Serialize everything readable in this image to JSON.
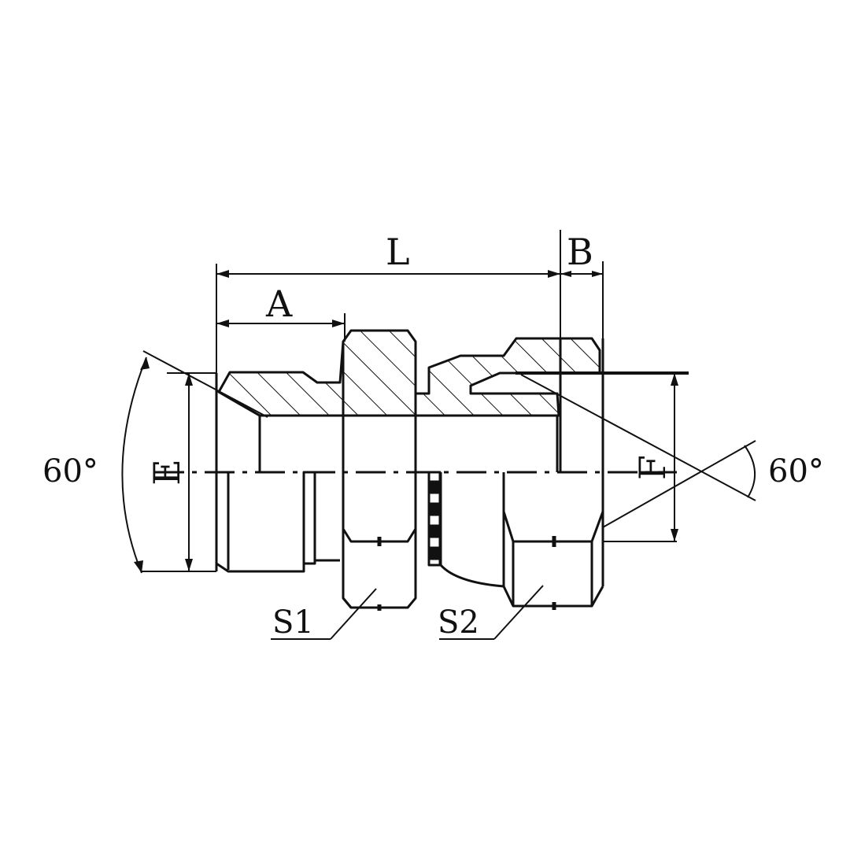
{
  "diagram": {
    "dimensions": {
      "length": "L",
      "thread_length": "A",
      "nut_length": "B",
      "thread_diameter": "E",
      "bore_diameter": "F"
    },
    "angles": {
      "left": "60°",
      "right": "60°"
    },
    "hex_sizes": {
      "first": "S1",
      "second": "S2"
    },
    "colors": {
      "ink": "#111111",
      "paper": "#ffffff"
    }
  }
}
